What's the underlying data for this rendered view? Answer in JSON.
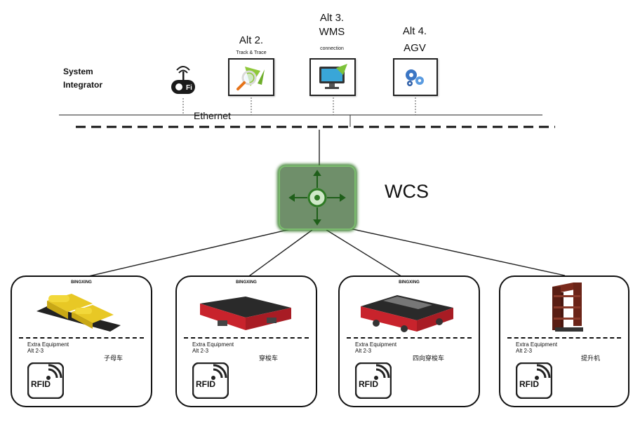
{
  "system_integrator_label": "System\nIntegrator",
  "ethernet_label": "Ethernet",
  "wcs_label": "WCS",
  "alternatives": [
    {
      "title": "Alt 2.",
      "subtitle": "Track & Trace",
      "icon": "track-trace-icon"
    },
    {
      "title": "Alt 3.\nWMS",
      "subtitle": "connection",
      "icon": "monitor-icon"
    },
    {
      "title": "Alt 4.\nAGV",
      "subtitle": "",
      "icon": "agv-gears-icon"
    }
  ],
  "equipment": [
    {
      "top_label": "BINGXING",
      "extra": "Extra Equipment\nAlt 2-3",
      "name": "子母车",
      "rfid": "RFID",
      "icon": "shuttle-yellow-icon"
    },
    {
      "top_label": "BINGXING",
      "extra": "Extra Equipment\nAlt 2-3",
      "name": "穿梭车",
      "rfid": "RFID",
      "icon": "shuttle-red-icon"
    },
    {
      "top_label": "BINGXING",
      "extra": "Extra Equipment\nAlt 2-3",
      "name": "四向穿梭车",
      "rfid": "RFID",
      "icon": "four-way-shuttle-icon"
    },
    {
      "top_label": "",
      "extra": "Extra Equipment\nAlt 2-3",
      "name": "提升机",
      "rfid": "RFID",
      "icon": "lift-icon"
    }
  ],
  "colors": {
    "wcs_green": "#3e7f33",
    "shuttle_red": "#c8232c",
    "shuttle_yellow": "#e8c825",
    "wifi_dark": "#1a1a1a"
  }
}
